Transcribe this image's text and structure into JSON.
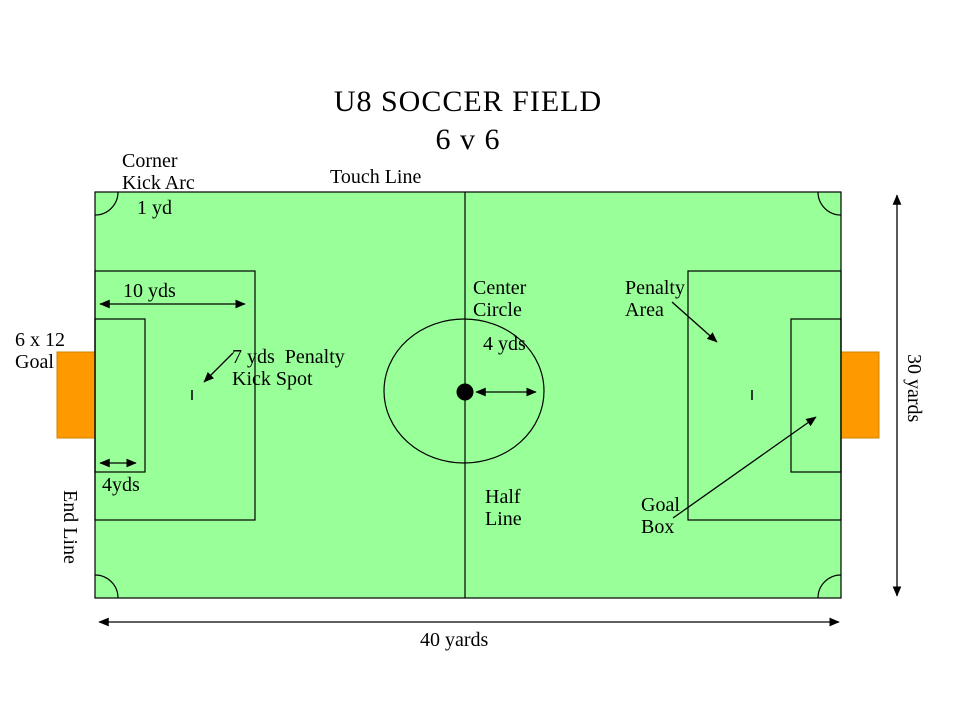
{
  "diagram": {
    "title": "U8 SOCCER FIELD",
    "subtitle": "6 v 6",
    "labels": {
      "corner_kick_arc": "Corner\nKick Arc",
      "corner_arc_radius": "1 yd",
      "touch_line": "Touch Line",
      "penalty_area_depth": "10 yds",
      "center_circle": "Center\nCircle",
      "center_circle_radius": "4 yds",
      "penalty_area": "Penalty\nArea",
      "goal_size": "6 x 12\nGoal",
      "penalty_kick_spot": "7 yds  Penalty\nKick Spot",
      "goal_box_depth": "4yds",
      "half_line": "Half\nLine",
      "goal_box": "Goal\nBox",
      "end_line": "End Line",
      "field_width": "30 yards",
      "field_length": "40 yards"
    },
    "colors": {
      "field_green": "#99ff99",
      "goal_orange": "#ff9900",
      "goal_border": "#cc8400",
      "line": "#000000"
    }
  }
}
